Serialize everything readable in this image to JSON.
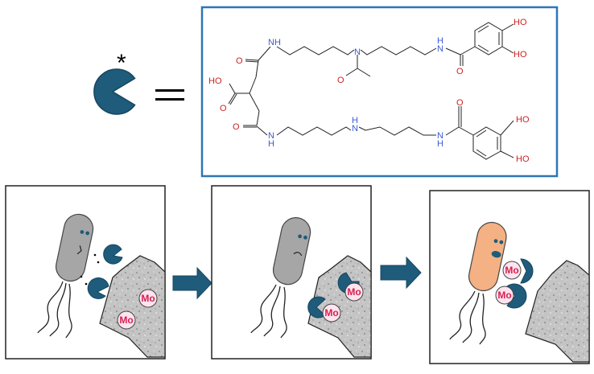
{
  "legend": {
    "asterisk": "*"
  },
  "structure": {
    "atoms": {
      "n_top_left": "N",
      "n_top_left_h": "H",
      "n_center": "N",
      "n_top_right": "N",
      "n_top_right_h": "H",
      "o_top_amide": "O",
      "o_acetyl": "O",
      "oh_acid": "HO",
      "o_acid": "O",
      "o_bottom_amide": "O",
      "n_bottom_left": "N",
      "n_bottom_left_h": "H",
      "n_bottom_center": "N",
      "n_bottom_center_h": "H",
      "n_bottom_right": "N",
      "n_bottom_right_h": "H",
      "o_benz_top": "O",
      "o_benz_bottom": "O",
      "ho_top_1": "HO",
      "ho_top_2": "HO",
      "ho_bottom_1": "HO",
      "ho_bottom_2": "HO"
    }
  },
  "panels": [
    {
      "name": "Bacterium releasing siderophores",
      "mo_labels": [
        "Mo",
        "Mo"
      ]
    },
    {
      "name": "Siderophores binding molybdenum on mineral",
      "mo_labels": [
        "Mo"
      ]
    },
    {
      "name": "Bacterium taking up Mo-bound siderophores",
      "mo_labels": [
        "Mo",
        "Mo"
      ]
    }
  ],
  "colors": {
    "siderophore": "#1f5b7a",
    "frame_blue": "#2e75b6",
    "arrow": "#1f5b7a",
    "bacterium_gray": "#a6a6a6",
    "bacterium_orange": "#f4b183",
    "mo_fill": "#fde4ef",
    "mo_text": "#d62050",
    "n_blue": "#3b5bd6",
    "o_red": "#cc2222",
    "mineral": "#bdbdbd"
  }
}
